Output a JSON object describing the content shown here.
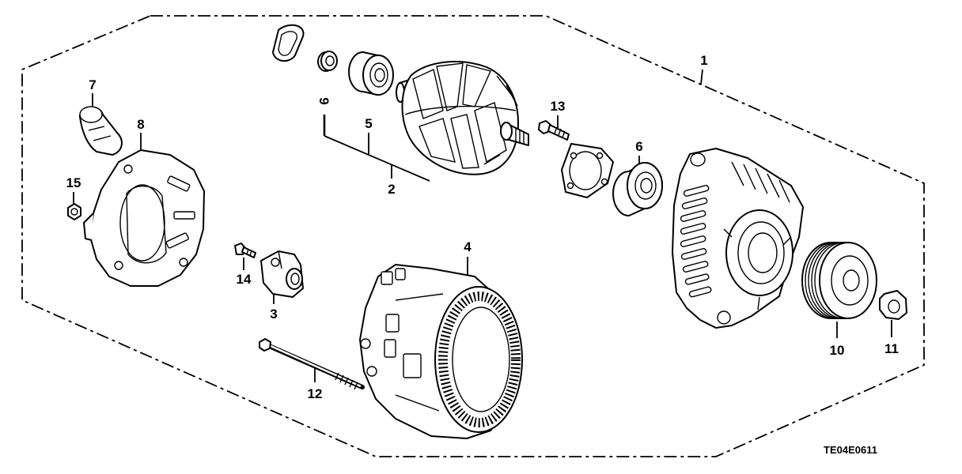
{
  "diagram": {
    "callouts": {
      "n1": "1",
      "n2": "2",
      "n3": "3",
      "n4": "4",
      "n5": "5",
      "n6": "6",
      "n7": "7",
      "n8": "8",
      "n9": "9",
      "n10": "10",
      "n11": "11",
      "n12": "12",
      "n13": "13",
      "n14": "14",
      "n15": "15"
    },
    "code": "TE04E0611"
  },
  "colors": {
    "line": "#000000",
    "background": "#ffffff"
  }
}
